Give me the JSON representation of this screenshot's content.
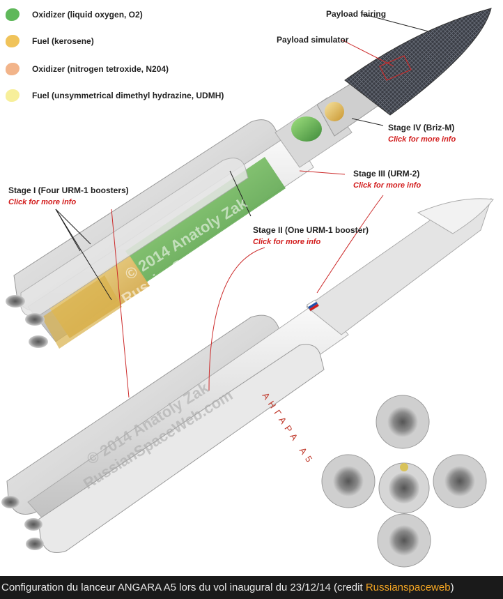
{
  "legend": [
    {
      "label": "Oxidizer (liquid oxygen, O2)",
      "color": "#5fb85a"
    },
    {
      "label": "Fuel (kerosene)",
      "color": "#f0c35a"
    },
    {
      "label": "Oxidizer (nitrogen tetroxide, N204)",
      "color": "#f2b48a"
    },
    {
      "label": "Fuel (unsymmetrical dimethyl hydrazine, UDMH)",
      "color": "#f7ef9a"
    }
  ],
  "labels": {
    "payload_fairing": "Payload fairing",
    "payload_simulator": "Payload simulator",
    "stage4": "Stage IV (Briz-M)",
    "stage3": "Stage III (URM-2)",
    "stage2": "Stage II (One URM-1 booster)",
    "stage1": "Stage I (Four URM-1 boosters)",
    "more_info": "Click for more info"
  },
  "watermarks": {
    "copyright": "© 2014 Anatoly Zak",
    "site": "RussianSpaceWeb.com"
  },
  "rocket_text": "АНГАРА А5",
  "caption": {
    "text": "Configuration du lanceur ANGARA A5 lors du vol inaugural du 23/12/14 (credit ",
    "link": "Russianspaceweb",
    "close": ")"
  },
  "colors": {
    "link_red": "#d21b1b",
    "leader_red": "#cc2a2a",
    "caption_link": "#f5a623"
  }
}
